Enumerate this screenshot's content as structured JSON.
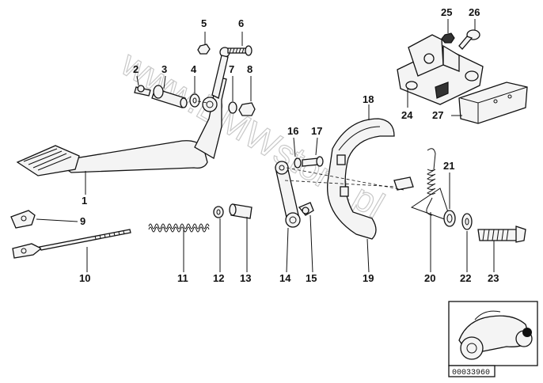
{
  "callouts": [
    {
      "id": "c1",
      "label": "1"
    },
    {
      "id": "c2",
      "label": "2"
    },
    {
      "id": "c3",
      "label": "3"
    },
    {
      "id": "c4",
      "label": "4"
    },
    {
      "id": "c5",
      "label": "5"
    },
    {
      "id": "c6",
      "label": "6"
    },
    {
      "id": "c7",
      "label": "7"
    },
    {
      "id": "c8",
      "label": "8"
    },
    {
      "id": "c9",
      "label": "9"
    },
    {
      "id": "c10",
      "label": "10"
    },
    {
      "id": "c11",
      "label": "11"
    },
    {
      "id": "c12",
      "label": "12"
    },
    {
      "id": "c13",
      "label": "13"
    },
    {
      "id": "c14",
      "label": "14"
    },
    {
      "id": "c15",
      "label": "15"
    },
    {
      "id": "c16",
      "label": "16"
    },
    {
      "id": "c17",
      "label": "17"
    },
    {
      "id": "c18",
      "label": "18"
    },
    {
      "id": "c19",
      "label": "19"
    },
    {
      "id": "c20",
      "label": "20"
    },
    {
      "id": "c21",
      "label": "21"
    },
    {
      "id": "c22",
      "label": "22"
    },
    {
      "id": "c23",
      "label": "23"
    },
    {
      "id": "c24",
      "label": "24"
    },
    {
      "id": "c25",
      "label": "25"
    },
    {
      "id": "c26",
      "label": "26"
    },
    {
      "id": "c27",
      "label": "27"
    }
  ],
  "watermark": "www.BMWstore.pl",
  "reference_number": "00033960"
}
